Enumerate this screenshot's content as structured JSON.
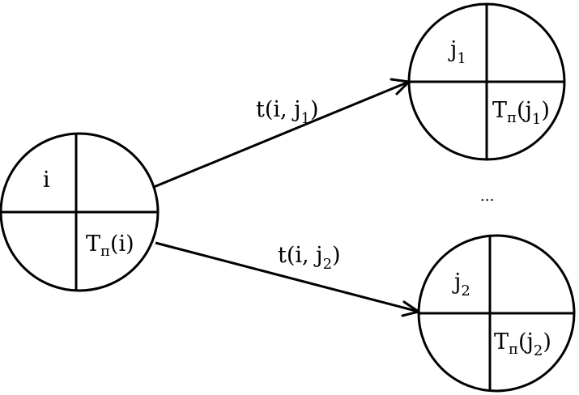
{
  "nodes": {
    "i": {
      "label": "i",
      "time_main": "T",
      "time_sub": "п",
      "time_arg": "(i)"
    },
    "j1": {
      "label_main": "j",
      "label_sub": "1",
      "time_main": "T",
      "time_sub": "п",
      "time_open": "(j",
      "time_arg_sub": "1",
      "time_close": ")"
    },
    "j2": {
      "label_main": "j",
      "label_sub": "2",
      "time_main": "T",
      "time_sub": "п",
      "time_open": "(j",
      "time_arg_sub": "2",
      "time_close": ")"
    }
  },
  "edges": {
    "to_j1": {
      "open": "t(i, j",
      "sub": "1",
      "close": ")"
    },
    "to_j2": {
      "open": "t(i, j",
      "sub": "2",
      "close": ")"
    }
  },
  "ellipsis": "..."
}
